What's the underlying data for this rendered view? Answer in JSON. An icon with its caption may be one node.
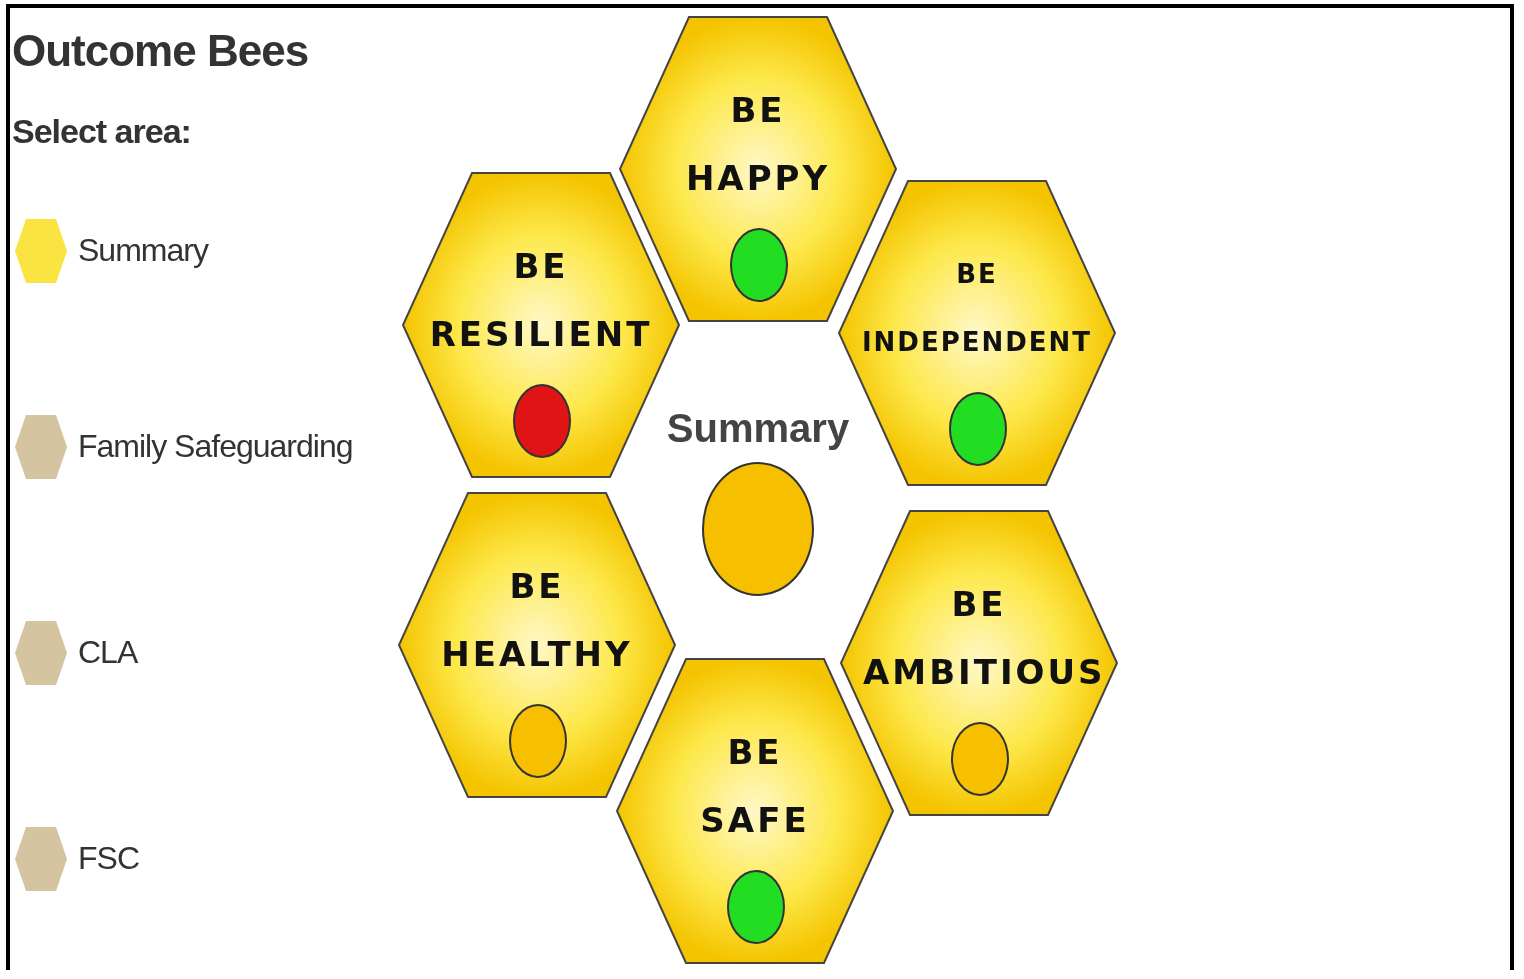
{
  "diagram": {
    "title": "Outcome Bees",
    "nodes": [
      {
        "text": [
          "BE HAPPY"
        ]
      },
      {
        "text": [],
        "shape": "circle",
        "in": 0
      },
      {
        "text": [
          "BE RESILIENT"
        ]
      },
      {
        "text": [],
        "shape": "circle",
        "in": 2
      },
      {
        "text": [
          "BE INDEPENDENT"
        ]
      },
      {
        "text": [],
        "shape": "circle",
        "in": 4
      },
      {
        "text": [],
        "shape": "circle"
      },
      {
        "text": [
          "BE HEALTHY"
        ]
      },
      {
        "text": [],
        "shape": "circle",
        "in": 7
      },
      {
        "text": [
          "BE AMBITIOUS"
        ]
      },
      {
        "text": [],
        "shape": "circle",
        "in": 9
      },
      {
        "text": [
          "BE SAFE"
        ]
      },
      {
        "text": [],
        "shape": "circle",
        "in": 11
      }
    ],
    "edges": [],
    "labels": [
      "Select area:",
      "Summary"
    ],
    "legend": [
      {
        "text": "Summary",
        "color": "#f9e442"
      },
      {
        "text": "Family Safeguarding",
        "color": "#d4c5a0"
      },
      {
        "text": "CLA",
        "color": "#d4c5a0"
      },
      {
        "text": "FSC",
        "color": "#d4c5a0"
      }
    ]
  }
}
